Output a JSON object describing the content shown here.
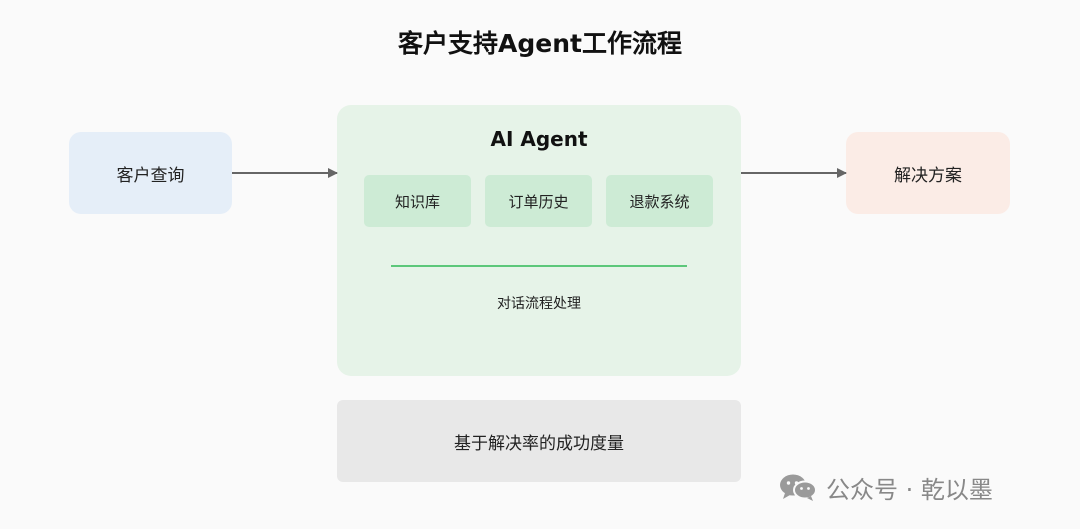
{
  "diagram": {
    "title": "客户支持Agent工作流程",
    "input_node": "客户查询",
    "agent": {
      "title": "AI Agent",
      "tools": [
        "知识库",
        "订单历史",
        "退款系统"
      ],
      "flow_label": "对话流程处理"
    },
    "output_node": "解决方案",
    "metric": "基于解决率的成功度量"
  },
  "watermark": {
    "text": "公众号 · 乾以墨",
    "icon": "wechat-icon"
  },
  "colors": {
    "input_fill": "#e5eef8",
    "agent_fill": "#e6f3e8",
    "tool_fill": "#cdebd5",
    "flow_line": "#5cc77a",
    "output_fill": "#fbece6",
    "metric_fill": "#e8e8e8",
    "arrow": "#666666"
  }
}
